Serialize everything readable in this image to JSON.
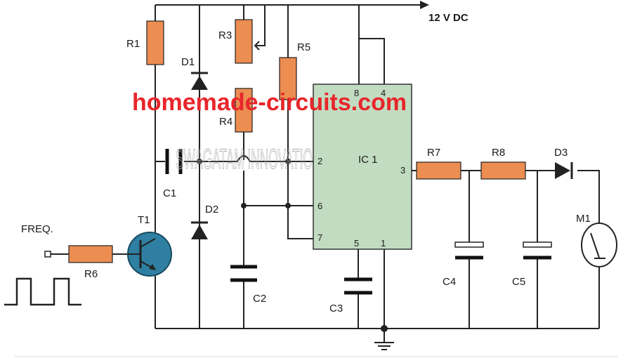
{
  "power_label": "12 V DC",
  "watermark": "homemade-circuits.com",
  "credit_watermark": "SWAGATAM INNOVATIO",
  "input_label": "FREQ.",
  "ic": {
    "name": "IC 1",
    "pins": {
      "p8": "8",
      "p4": "4",
      "p2": "2",
      "p6": "6",
      "p7": "7",
      "p5": "5",
      "p1": "1",
      "p3": "3"
    }
  },
  "components": {
    "r1": "R1",
    "r3": "R3",
    "r4": "R4",
    "r5": "R5",
    "r6": "R6",
    "r7": "R7",
    "r8": "R8",
    "d1": "D1",
    "d2": "D2",
    "d3": "D3",
    "c1": "C1",
    "c2": "C2",
    "c3": "C3",
    "c4": "C4",
    "c5": "C5",
    "t1": "T1",
    "m1": "M1"
  },
  "colors": {
    "resistor": "#ec8d51",
    "ic_body": "#c2dcc2",
    "transistor": "#2f7fa2",
    "watermark": "#e8262b"
  }
}
